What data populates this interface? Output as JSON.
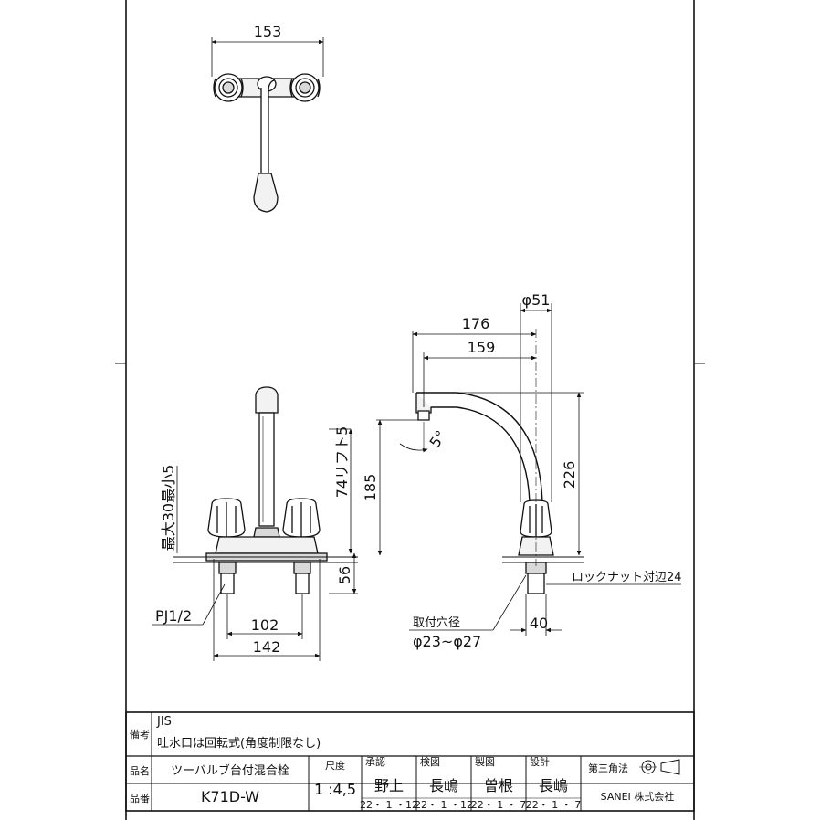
{
  "colors": {
    "line": "#111111",
    "fill_light": "#f2f2f2",
    "fill_mid": "#d9d9d9"
  },
  "dimensions": {
    "top_width": "153",
    "outer_dia": "φ51",
    "reach_176": "176",
    "reach_159": "159",
    "angle": "5°",
    "height_185": "185",
    "height_226": "226",
    "lift": "74リフト5",
    "max_min": "最大30最小5",
    "depth_56": "56",
    "pipe_thread": "PJ1/2",
    "pitch_102": "102",
    "width_142": "142",
    "locknut": "ロックナット対辺24",
    "mount_hole_label": "取付穴径",
    "mount_hole_value": "φ23~φ27",
    "base_40": "40"
  },
  "title_block": {
    "remarks_label": "備考",
    "remarks_line1": "JIS",
    "remarks_line2": "吐水口は回転式(角度制限なし)",
    "name_label": "品名",
    "product_name": "ツーバルブ台付混合栓",
    "number_label": "品番",
    "product_number": "K71D-W",
    "scale_label": "尺度",
    "scale_value": "1 :4,5",
    "approved_label": "承認",
    "approved_name": "野上",
    "approved_date": "22・ 1 ・12",
    "checked_label": "検図",
    "checked_name": "長嶋",
    "checked_date": "22・ 1 ・12",
    "drawn_label": "製図",
    "drawn_name": "曽根",
    "drawn_date": "22・ 1 ・ 7",
    "design_label": "設計",
    "design_name": "長嶋",
    "design_date": "22・ 1 ・ 7",
    "projection": "第三角法",
    "company": "SANEI 株式会社"
  }
}
